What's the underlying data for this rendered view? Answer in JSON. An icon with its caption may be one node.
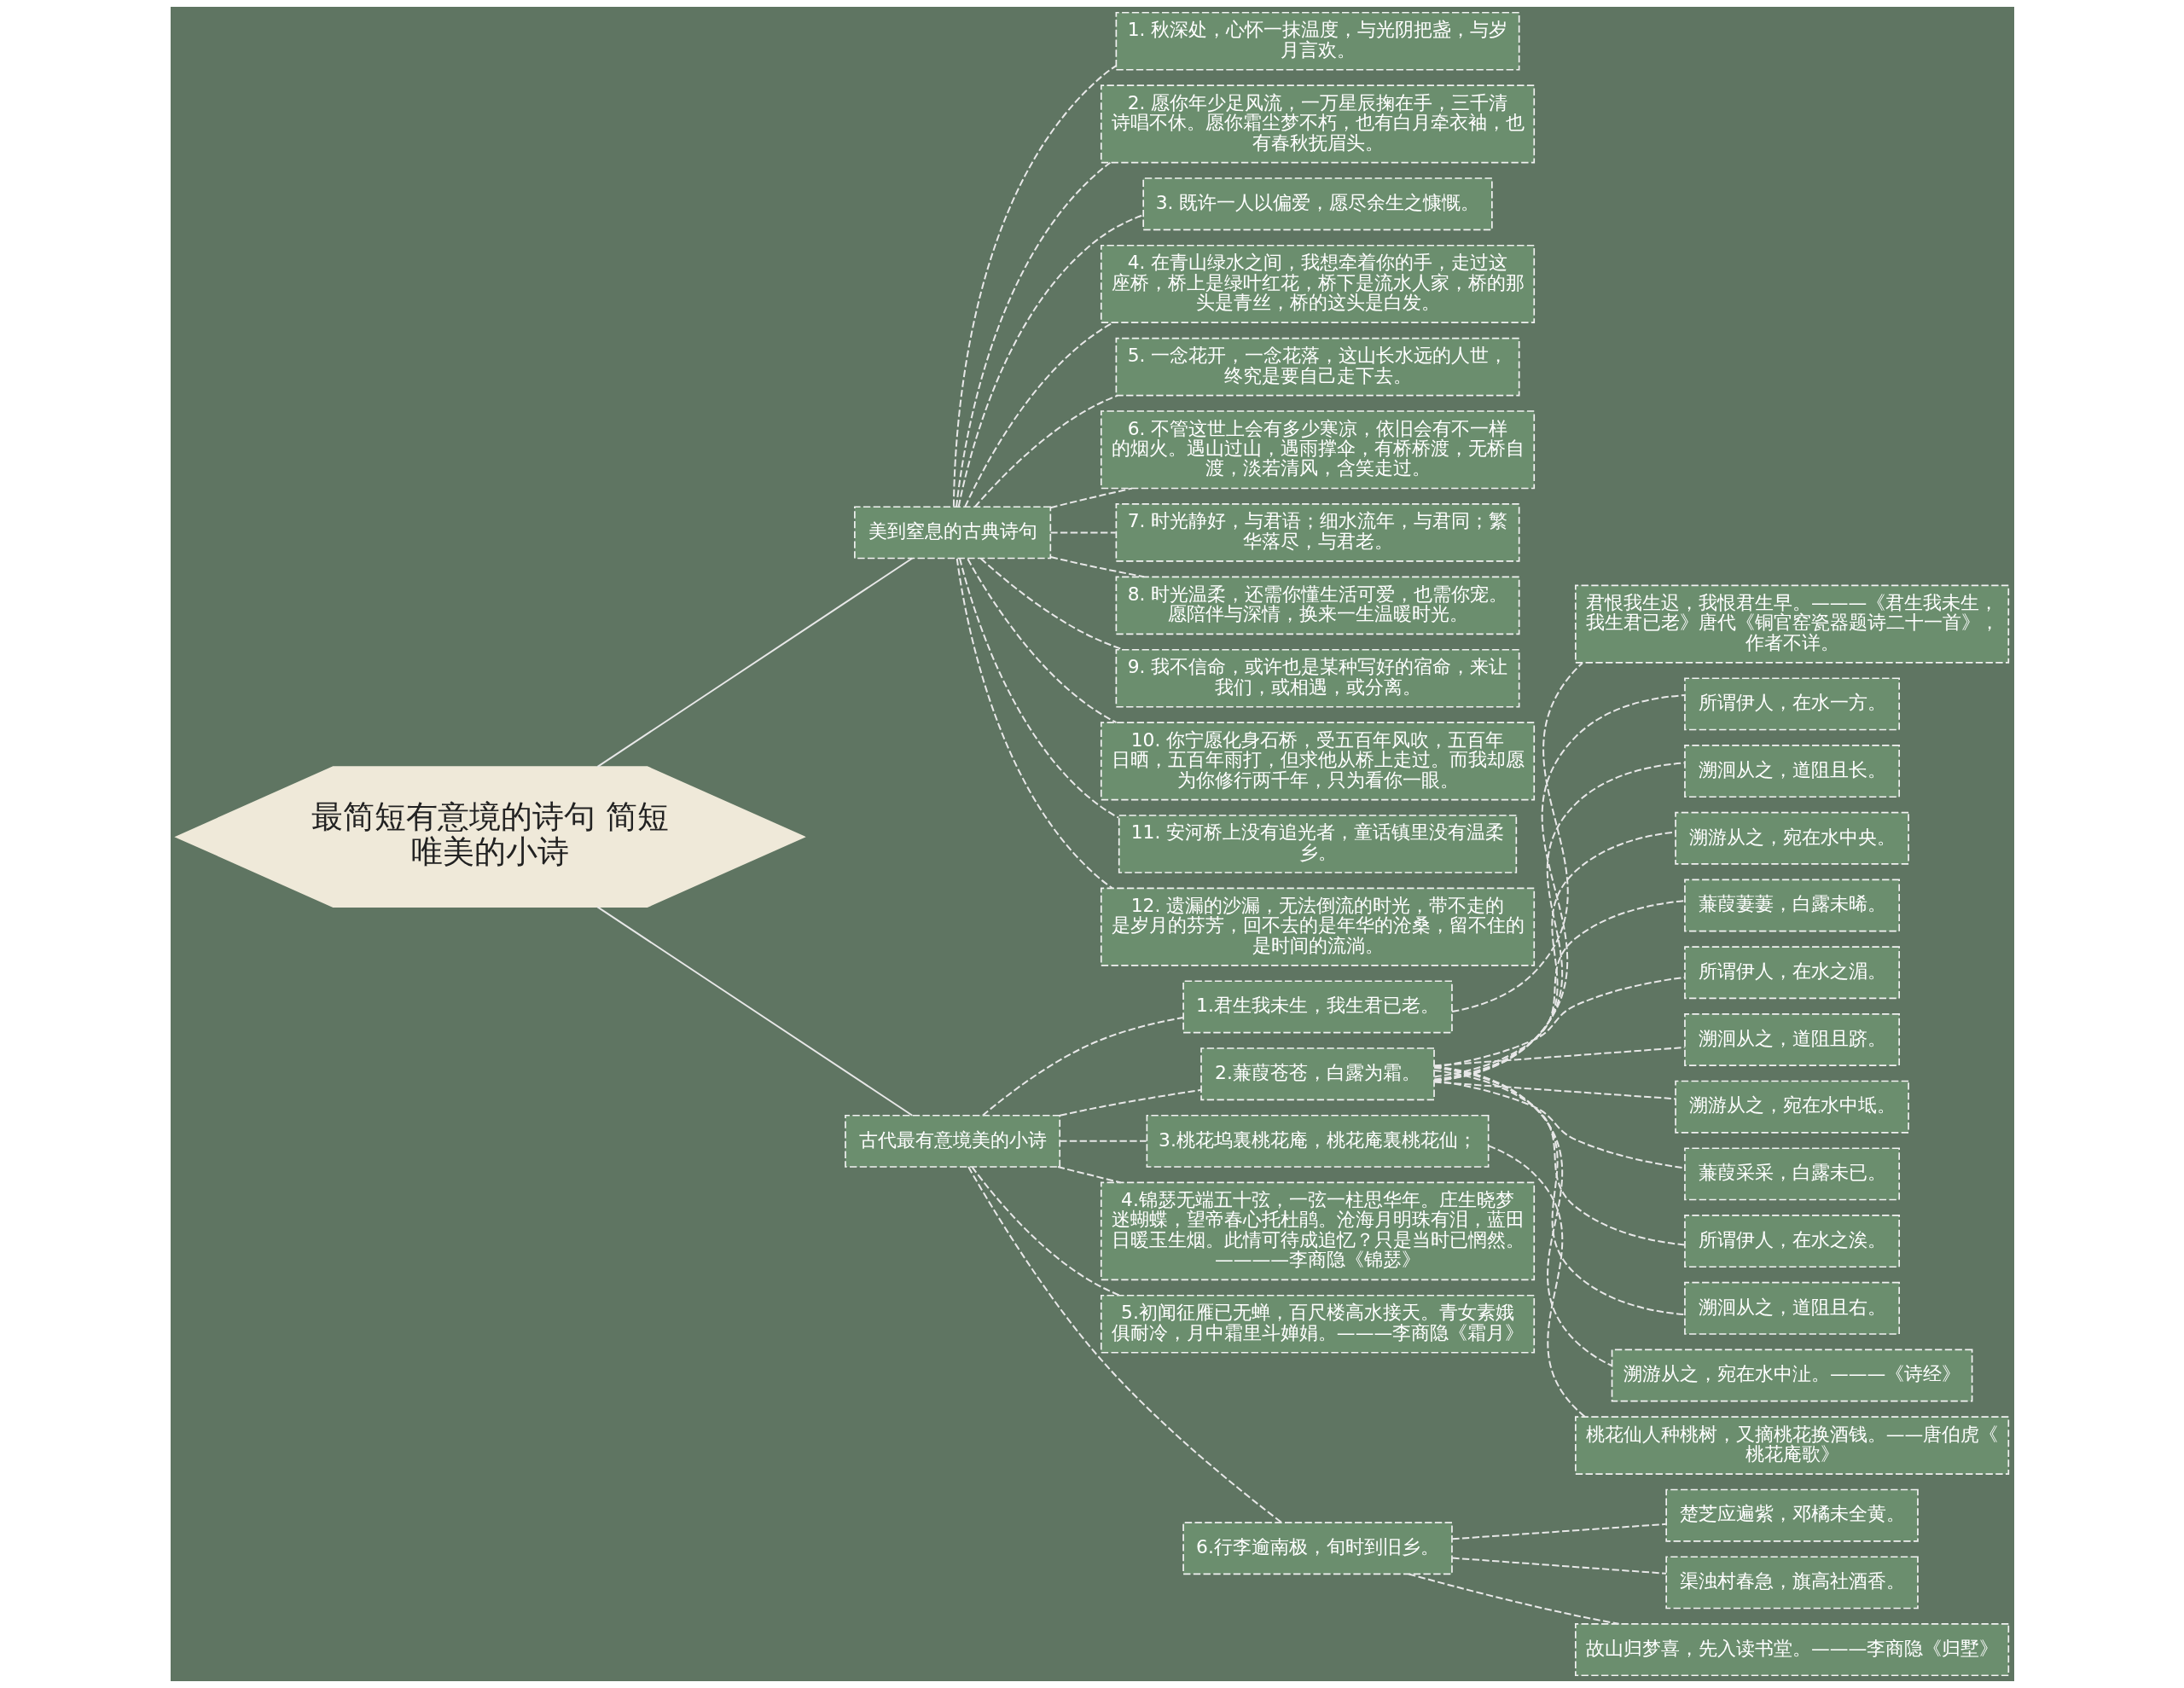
{
  "diagram": {
    "nodes": [
      {
        "text": [
          "最简短有意境的诗句 简短唯美的小诗"
        ]
      },
      {
        "text": [
          "美到窒息的古典诗句"
        ]
      },
      {
        "text": [
          "1. 秋深处，心怀一抹温度，与光阴把盏，与岁月言欢。"
        ]
      },
      {
        "text": [
          "2. 愿你年少足风流，一万星辰掬在手，三千清诗唱不休。愿你霜尘梦不朽，也有白月牵衣袖，也有春秋抚眉头。"
        ]
      },
      {
        "text": [
          "3. 既许一人以偏爱，愿尽余生之慷慨。"
        ]
      },
      {
        "text": [
          "4. 在青山绿水之间，我想牵着你的手，走过这座桥，桥上是绿叶红花，桥下是流水人家，桥的那头是青丝，桥的这头是白发。"
        ]
      },
      {
        "text": [
          "5. 一念花开，一念花落，这山长水远的人世，终究是要自己走下去。"
        ]
      },
      {
        "text": [
          "6. 不管这世上会有多少寒凉，依旧会有不一样的烟火。遇山过山，遇雨撑伞，有桥桥渡，无桥自渡，淡若清风，含笑走过。"
        ]
      },
      {
        "text": [
          "7. 时光静好，与君语；细水流年，与君同；繁华落尽，与君老。"
        ]
      },
      {
        "text": [
          "8. 时光温柔，还需你懂生活可爱，也需你宠。愿陪伴与深情，换来一生温暖时光。"
        ]
      },
      {
        "text": [
          "9. 我不信命，或许也是某种写好的宿命，来让我们，或相遇，或分离。"
        ]
      },
      {
        "text": [
          "10. 你宁愿化身石桥，受五百年风吹，五百年日晒，五百年雨打，但求他从桥上走过。而我却愿为你修行两千年，只为看你一眼。"
        ]
      },
      {
        "text": [
          "11. 安河桥上没有追光者，童话镇里没有温柔乡。"
        ]
      },
      {
        "text": [
          "12. 遗漏的沙漏，无法倒流的时光，带不走的是岁月的芬芳，回不去的是年华的沧桑，留不住的是时间的流淌。"
        ]
      },
      {
        "text": [
          "古代最有意境美的小诗"
        ]
      },
      {
        "text": [
          "1.君生我未生，我生君已老。"
        ]
      },
      {
        "text": [
          "君恨我生迟，我恨君生早。———《君生我未生，我生君已老》唐代《铜官窑瓷器题诗二十一首》，作者不详。"
        ]
      },
      {
        "text": [
          "2.蒹葭苍苍，白露为霜。"
        ]
      },
      {
        "text": [
          "所谓伊人，在水一方。"
        ]
      },
      {
        "text": [
          "溯洄从之，道阻且长。"
        ]
      },
      {
        "text": [
          "溯游从之，宛在水中央。"
        ]
      },
      {
        "text": [
          "蒹葭萋萋，白露未晞。"
        ]
      },
      {
        "text": [
          "所谓伊人，在水之湄。"
        ]
      },
      {
        "text": [
          "溯洄从之，道阻且跻。"
        ]
      },
      {
        "text": [
          "溯游从之，宛在水中坻。"
        ]
      },
      {
        "text": [
          "蒹葭采采，白露未已。"
        ]
      },
      {
        "text": [
          "所谓伊人，在水之涘。"
        ]
      },
      {
        "text": [
          "溯洄从之，道阻且右。"
        ]
      },
      {
        "text": [
          "溯游从之，宛在水中沚。———《诗经》"
        ]
      },
      {
        "text": [
          "3.桃花坞裏桃花庵，桃花庵裏桃花仙；"
        ]
      },
      {
        "text": [
          "桃花仙人种桃树，又摘桃花换酒钱。——唐伯虎《桃花庵歌》"
        ]
      },
      {
        "text": [
          "4.锦瑟无端五十弦，一弦一柱思华年。庄生晓梦迷蝴蝶，望帝春心托杜鹃。沧海月明珠有泪，蓝田日暖玉生烟。此情可待成追忆？只是当时已惘然。————李商隐《锦瑟》"
        ]
      },
      {
        "text": [
          "5.初闻征雁已无蝉，百尺楼高水接天。青女素娥俱耐冷，月中霜里斗婵娟。———李商隐《霜月》"
        ]
      },
      {
        "text": [
          "6.行李逾南极，旬时到旧乡。"
        ]
      },
      {
        "text": [
          "楚芝应遍紫，邓橘未全黄。"
        ]
      },
      {
        "text": [
          "渠浊村春急，旗高社酒香。"
        ]
      },
      {
        "text": [
          "故山归梦喜，先入读书堂。———李商隐《归墅》"
        ]
      }
    ],
    "edges": [
      {
        "from": 0,
        "to": 1,
        "arrow": "none"
      },
      {
        "from": 1,
        "to": 2,
        "arrow": "none",
        "style": "dashed"
      },
      {
        "from": 1,
        "to": 3,
        "arrow": "none",
        "style": "dashed"
      },
      {
        "from": 1,
        "to": 4,
        "arrow": "none",
        "style": "dashed"
      },
      {
        "from": 1,
        "to": 5,
        "arrow": "none",
        "style": "dashed"
      },
      {
        "from": 1,
        "to": 6,
        "arrow": "none",
        "style": "dashed"
      },
      {
        "from": 1,
        "to": 7,
        "arrow": "none",
        "style": "dashed"
      },
      {
        "from": 1,
        "to": 8,
        "arrow": "none",
        "style": "dashed"
      },
      {
        "from": 1,
        "to": 9,
        "arrow": "none",
        "style": "dashed"
      },
      {
        "from": 1,
        "to": 10,
        "arrow": "none",
        "style": "dashed"
      },
      {
        "from": 1,
        "to": 11,
        "arrow": "none",
        "style": "dashed"
      },
      {
        "from": 1,
        "to": 12,
        "arrow": "none",
        "style": "dashed"
      },
      {
        "from": 1,
        "to": 13,
        "arrow": "none",
        "style": "dashed"
      },
      {
        "from": 0,
        "to": 14,
        "arrow": "none"
      },
      {
        "from": 14,
        "to": 15,
        "arrow": "none",
        "style": "dashed"
      },
      {
        "from": 15,
        "to": 16,
        "arrow": "none",
        "style": "dashed"
      },
      {
        "from": 14,
        "to": 17,
        "arrow": "none",
        "style": "dashed"
      },
      {
        "from": 17,
        "to": 18,
        "arrow": "none",
        "style": "dashed"
      },
      {
        "from": 17,
        "to": 19,
        "arrow": "none",
        "style": "dashed"
      },
      {
        "from": 17,
        "to": 20,
        "arrow": "none",
        "style": "dashed"
      },
      {
        "from": 17,
        "to": 21,
        "arrow": "none",
        "style": "dashed"
      },
      {
        "from": 17,
        "to": 22,
        "arrow": "none",
        "style": "dashed"
      },
      {
        "from": 17,
        "to": 23,
        "arrow": "none",
        "style": "dashed"
      },
      {
        "from": 17,
        "to": 24,
        "arrow": "none",
        "style": "dashed"
      },
      {
        "from": 17,
        "to": 25,
        "arrow": "none",
        "style": "dashed"
      },
      {
        "from": 17,
        "to": 26,
        "arrow": "none",
        "style": "dashed"
      },
      {
        "from": 17,
        "to": 27,
        "arrow": "none",
        "style": "dashed"
      },
      {
        "from": 17,
        "to": 28,
        "arrow": "none",
        "style": "dashed"
      },
      {
        "from": 14,
        "to": 29,
        "arrow": "none",
        "style": "dashed"
      },
      {
        "from": 29,
        "to": 30,
        "arrow": "none",
        "style": "dashed"
      },
      {
        "from": 14,
        "to": 31,
        "arrow": "none",
        "style": "dashed"
      },
      {
        "from": 14,
        "to": 32,
        "arrow": "none",
        "style": "dashed"
      },
      {
        "from": 14,
        "to": 33,
        "arrow": "none",
        "style": "dashed"
      },
      {
        "from": 33,
        "to": 34,
        "arrow": "none",
        "style": "dashed"
      },
      {
        "from": 33,
        "to": 35,
        "arrow": "none",
        "style": "dashed"
      },
      {
        "from": 33,
        "to": 36,
        "arrow": "none",
        "style": "dashed"
      }
    ]
  }
}
